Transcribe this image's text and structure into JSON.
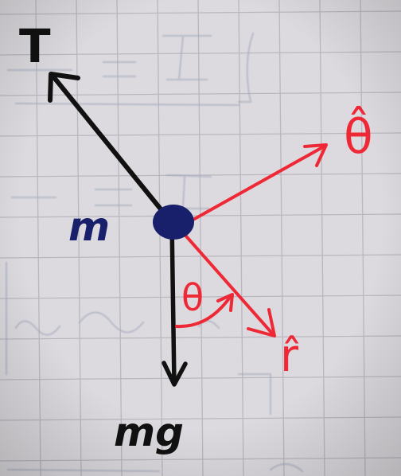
{
  "colors": {
    "paper": "#dcdade",
    "grid": "#b9b7bf",
    "ghost_ink": "#a6abc0",
    "black_ink": "#111111",
    "red_ink": "#ef2836",
    "blue_ink": "#18206b"
  },
  "labels": {
    "tension": "T",
    "mass": "m",
    "weight": "mg",
    "theta_hat": "θ̂",
    "r_hat": "r̂",
    "angle": "θ"
  }
}
